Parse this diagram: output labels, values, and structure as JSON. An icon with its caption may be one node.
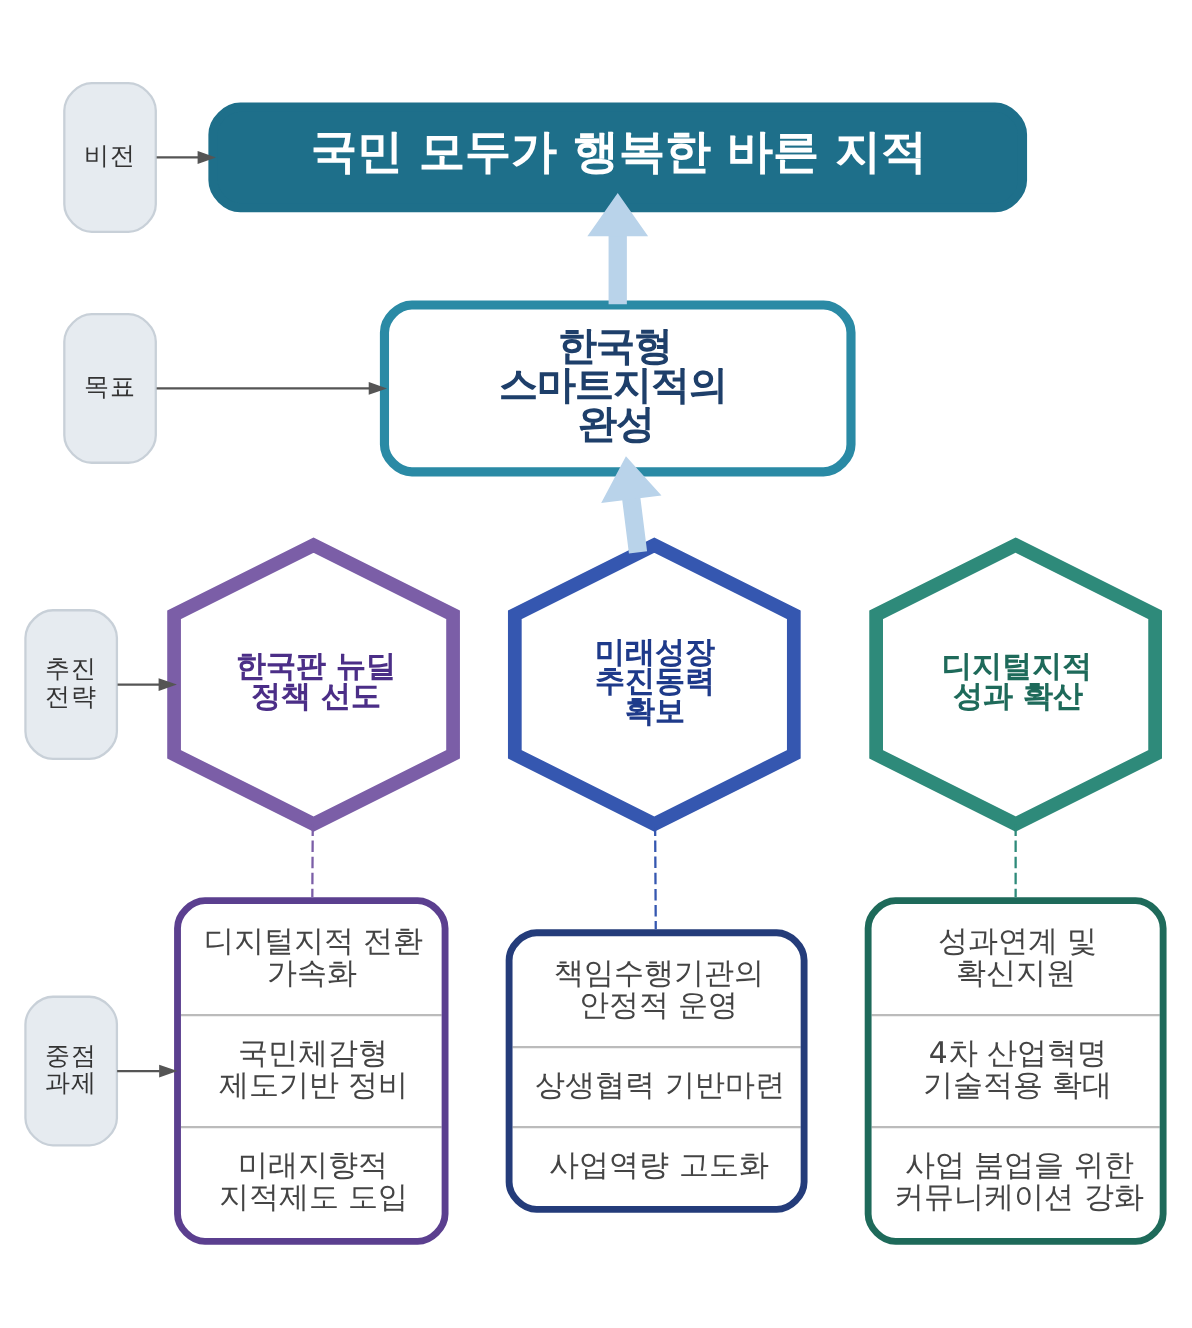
{
  "diagram": {
    "nodes": [
      {
        "text": [
          "비전"
        ]
      },
      {
        "text": [
          "국민 모두가 행복한 바른 지적"
        ]
      },
      {
        "text": [
          "목표"
        ]
      },
      {
        "text": [
          "한국형 스마트지적의 완성"
        ]
      },
      {
        "text": [
          "추진 전략"
        ]
      },
      {
        "text": [
          "한국판 뉴딜 정책 선도"
        ]
      },
      {
        "text": [
          "미래성장 추진동력 확보"
        ]
      },
      {
        "text": [
          "디지털지적 성과 확산"
        ]
      },
      {
        "text": [
          "중점 과제"
        ]
      },
      {
        "text": [
          "디지털지적 전환 가속화",
          "국민체감형 제도기반 정비",
          "미래지향적 지적제도 도입"
        ]
      },
      {
        "text": [
          "책임수행기관의 안정적 운영",
          "상생협력 기반마련",
          "사업역량 고도화"
        ]
      },
      {
        "text": [
          "성과연계 및 확신지원",
          "4차 산업혁명 기술적용 확대",
          "사업 붐업을 위한 커뮤니케이션 강화"
        ]
      }
    ],
    "edges": [
      {
        "from": 0,
        "to": 1,
        "arrow": "to"
      },
      {
        "from": 2,
        "to": 3,
        "arrow": "to"
      },
      {
        "from": 4,
        "to": 5,
        "arrow": "to"
      },
      {
        "from": 8,
        "to": 9,
        "arrow": "to"
      },
      {
        "from": 6,
        "to": 3,
        "arrow": "to",
        "style": "thick",
        "color": "#b9d3ea"
      },
      {
        "from": 3,
        "to": 1,
        "arrow": "to",
        "style": "thick",
        "color": "#b9d3ea"
      },
      {
        "from": 5,
        "to": 9,
        "arrow": "none",
        "style": "dashed",
        "color": "#7b5ea7"
      },
      {
        "from": 6,
        "to": 10,
        "arrow": "none",
        "style": "dashed",
        "color": "#3557b0"
      },
      {
        "from": 7,
        "to": 11,
        "arrow": "none",
        "style": "dashed",
        "color": "#2e8a7a"
      }
    ]
  }
}
